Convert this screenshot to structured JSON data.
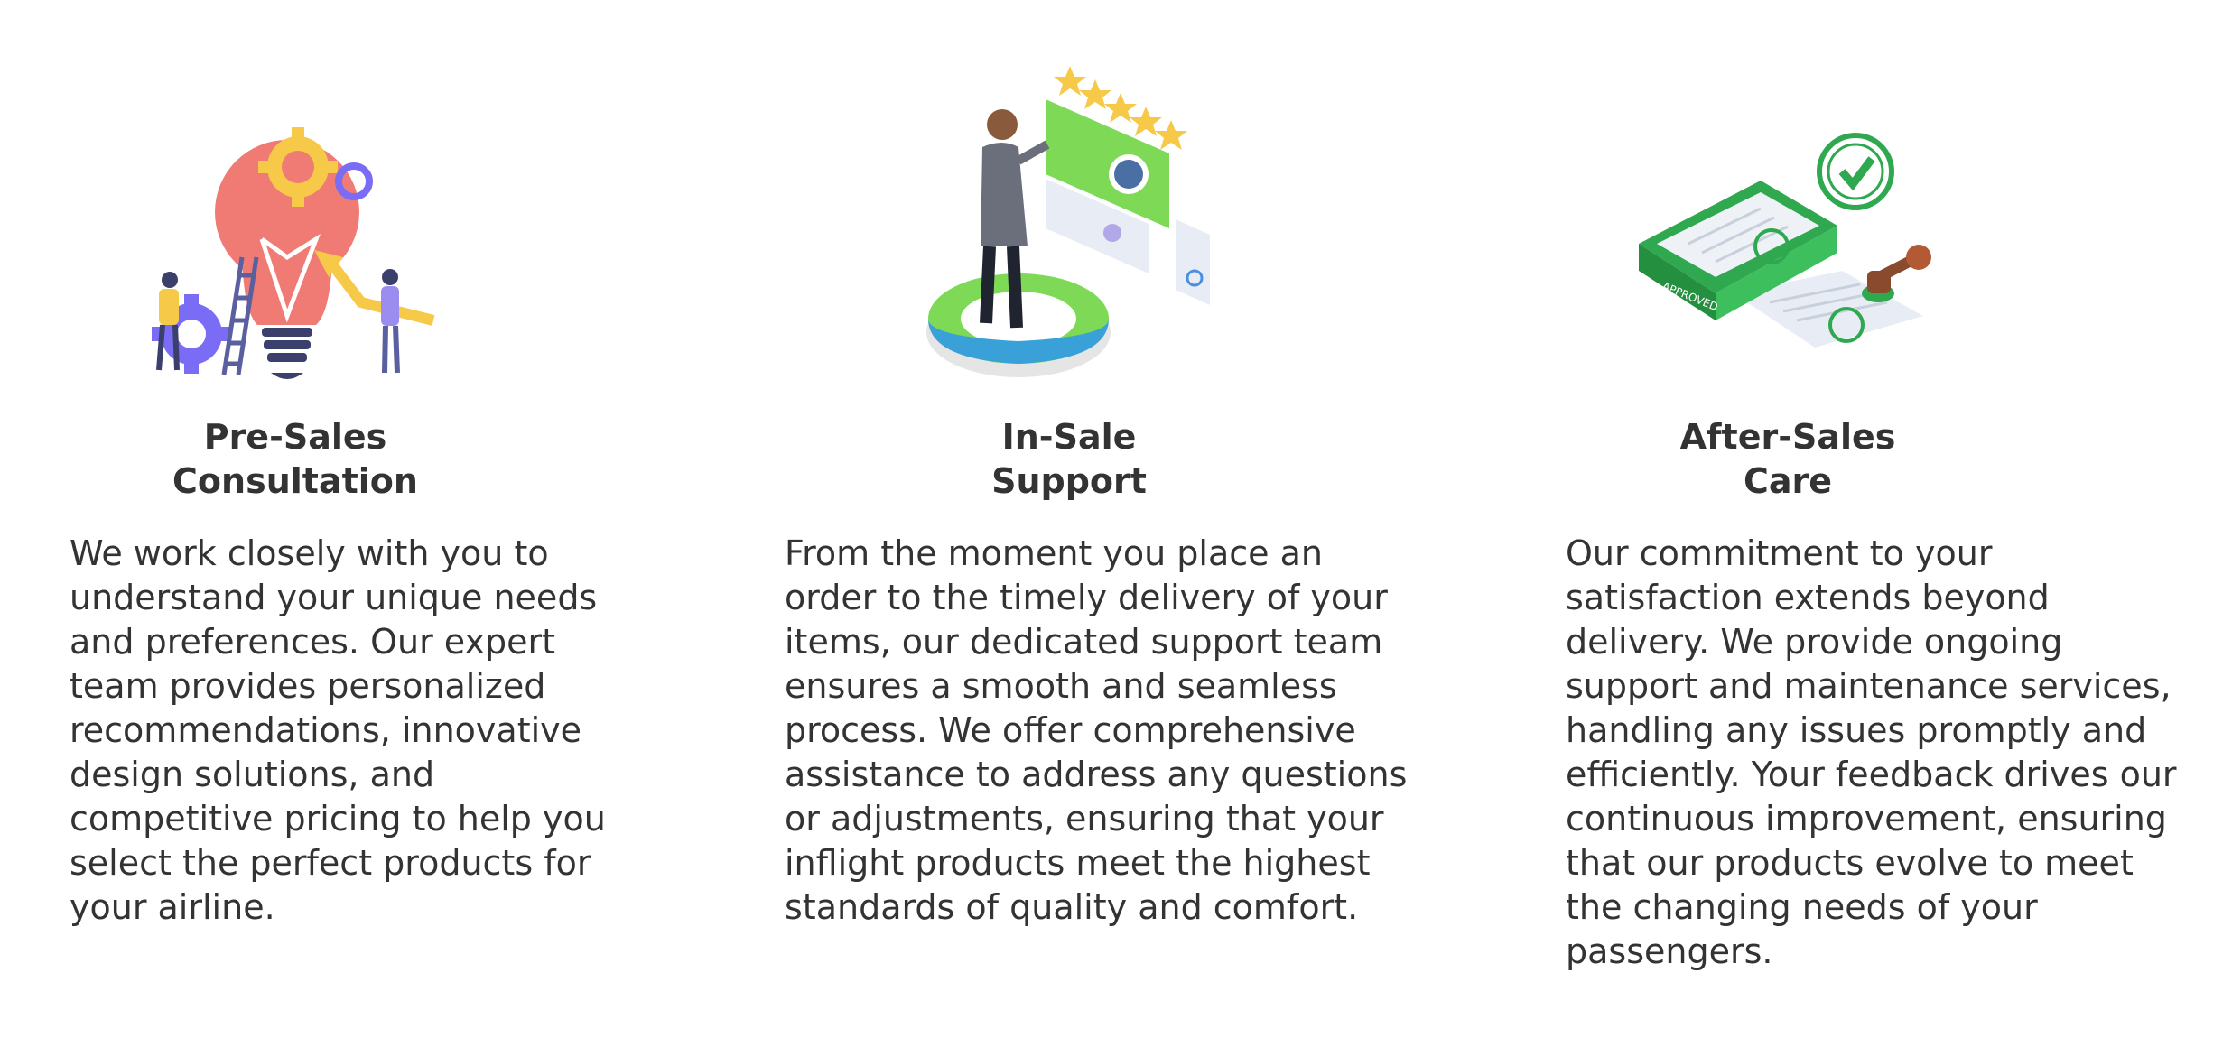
{
  "services": [
    {
      "illustration": "idea-lightbulb-gears-illustration",
      "title_line1": "Pre-Sales",
      "title_line2": "Consultation",
      "description": "We work closely with you to\nunderstand your unique needs\nand preferences. Our expert\nteam provides personalized\nrecommendations, innovative\ndesign solutions, and\ncompetitive pricing to help you\nselect the perfect products for\nyour airline."
    },
    {
      "illustration": "support-person-rating-illustration",
      "title_line1": "In-Sale",
      "title_line2": "Support",
      "description": "From the moment you place an\norder to the timely delivery of your\nitems, our dedicated support team\nensures a smooth and seamless\nprocess. We offer comprehensive\nassistance to address any questions\nor adjustments, ensuring that your\ninflight products meet the highest\nstandards of quality and comfort."
    },
    {
      "illustration": "approved-documents-stamp-illustration",
      "title_line1": "After-Sales",
      "title_line2": "Care",
      "description": "Our commitment to your\nsatisfaction extends beyond\ndelivery. We provide ongoing\nsupport and maintenance services,\nhandling any issues promptly and\nefficiently. Your feedback drives our\ncontinuous improvement, ensuring\nthat our products evolve to meet\nthe changing needs of your\npassengers."
    }
  ],
  "stamp_text": "APPROVED",
  "colors": {
    "text": "#333333",
    "green": "#2fa84f",
    "light_green": "#7ed957",
    "coral": "#ef7b74",
    "yellow": "#f7c948",
    "purple": "#7b6cf6"
  }
}
